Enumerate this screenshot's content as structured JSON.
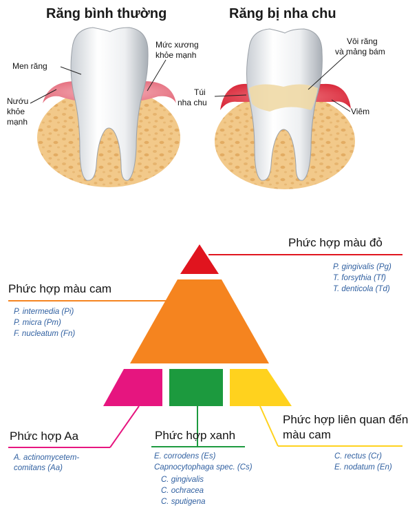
{
  "top": {
    "left_title": "Răng bình thường",
    "right_title": "Răng bị nha chu",
    "left_labels": {
      "enamel": "Men răng",
      "bone_l1": "Mức xương",
      "bone_l2": "khỏe mạnh",
      "gum_l1": "Nướu",
      "gum_l2": "khỏe",
      "gum_l3": "mạnh"
    },
    "right_labels": {
      "calculus_l1": "Vôi răng",
      "calculus_l2": "và mảng bám",
      "pocket_l1": "Túi",
      "pocket_l2": "nha chu",
      "inflam": "Viêm"
    }
  },
  "pyramid": {
    "red": {
      "title": "Phức hợp màu đỏ",
      "color": "#e0141e",
      "bacteria": [
        "P. gingivalis (Pg)",
        "T. forsythia (Tf)",
        "T. denticola (Td)"
      ]
    },
    "orange": {
      "title": "Phức hợp màu cam",
      "color": "#f5841f",
      "bacteria": [
        "P. intermedia (Pi)",
        "P. micra (Pm)",
        "F. nucleatum (Fn)"
      ]
    },
    "aa": {
      "title": "Phức hợp Aa",
      "color": "#e6157f",
      "bacteria": [
        "A. actinomycetem-",
        "comitans (Aa)"
      ]
    },
    "green": {
      "title": "Phức hợp xanh",
      "color": "#1c9a3e",
      "bacteria": [
        "E. corrodens (Es)",
        "Capnocytophaga spec. (Cs)",
        "C. gingivalis",
        "C. ochracea",
        "C. sputigena"
      ]
    },
    "yellow": {
      "title_l1": "Phức hợp liên quan đến",
      "title_l2": "màu cam",
      "color": "#ffd21e",
      "bacteria": [
        "C. rectus (Cr)",
        "E. nodatum (En)"
      ]
    }
  }
}
